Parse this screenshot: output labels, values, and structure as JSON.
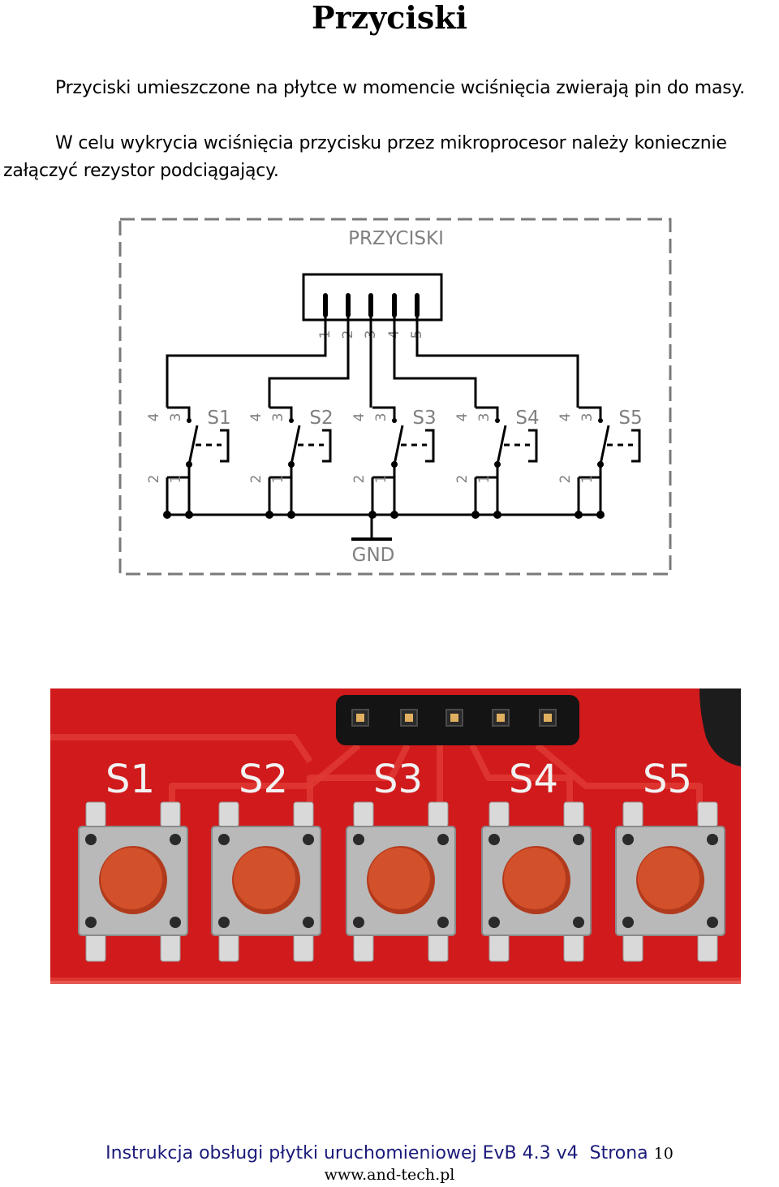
{
  "page": {
    "title": "Przyciski",
    "paragraphs": [
      "Przyciski umieszczone na płytce w momencie wciśnięcia zwierają pin do masy.",
      "W celu wykrycia wciśnięcia przycisku przez mikroprocesor należy koniecznie załączyć rezystor podciągający."
    ]
  },
  "schematic": {
    "header_label": "PRZYCISKI",
    "header_pins": [
      "1",
      "2",
      "3",
      "4",
      "5"
    ],
    "switches": [
      "S1",
      "S2",
      "S3",
      "S4",
      "S5"
    ],
    "switch_pins_top": [
      "4",
      "3"
    ],
    "switch_pins_bottom": [
      "2",
      "1"
    ],
    "ground_label": "GND"
  },
  "photo": {
    "silk_labels": [
      "S1",
      "S2",
      "S3",
      "S4",
      "S5"
    ],
    "colors": {
      "pcb": "#d01a1c",
      "button": "#d2502a",
      "metal": "#b9b9b9"
    }
  },
  "footer": {
    "text": "Instrukcja obsługi płytki uruchomieniowej EvB 4.3 v4",
    "page_label": "Strona",
    "page_number": "10",
    "website": "www.and-tech.pl"
  }
}
